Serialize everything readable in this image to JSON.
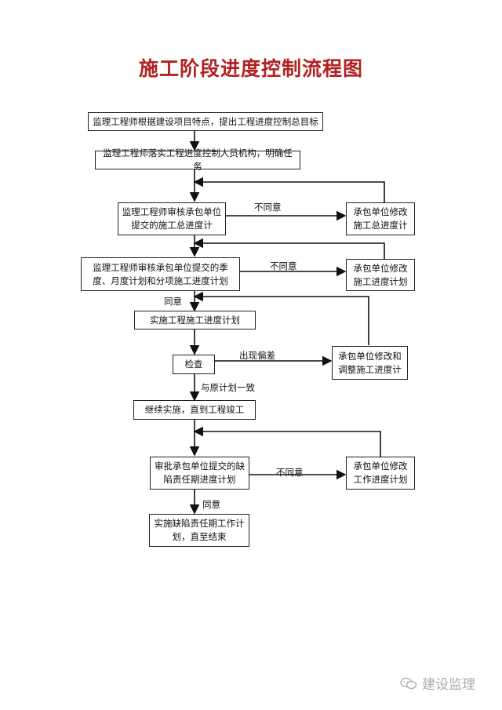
{
  "title": "施工阶段进度控制流程图",
  "boxes": {
    "b1": "监理工程师根据建设项目特点，提出工程进度控制总目标",
    "b2": "监理工程师落实工程进度控制人员机构，明确任务",
    "b3": "监理工程师审核承包单位提交的施工总进度计",
    "r3": "承包单位修改施工总进度计",
    "b4": "监理工程师审核承包单位提交的季度、月度计划和分项施工进度计划",
    "r4": "承包单位修改施工进度计划",
    "b5": "实施工程施工进度计划",
    "b6": "检查",
    "r6": "承包单位修改和调整施工进度计",
    "b7": "继续实施，直到工程竣工",
    "b8": "审批承包单位提交的缺陷责任期进度计划",
    "r8": "承包单位修改工作进度计划",
    "b9": "实施缺陷责任期工作计划，直至结束"
  },
  "labels": {
    "disagree1": "不同意",
    "disagree2": "不同意",
    "agree1": "同意",
    "deviation": "出现偏差",
    "consistent": "与原计划一致",
    "disagree3": "不同意",
    "agree2": "同意"
  },
  "watermark": {
    "text": "建设监理",
    "icon": "wechat-icon"
  }
}
